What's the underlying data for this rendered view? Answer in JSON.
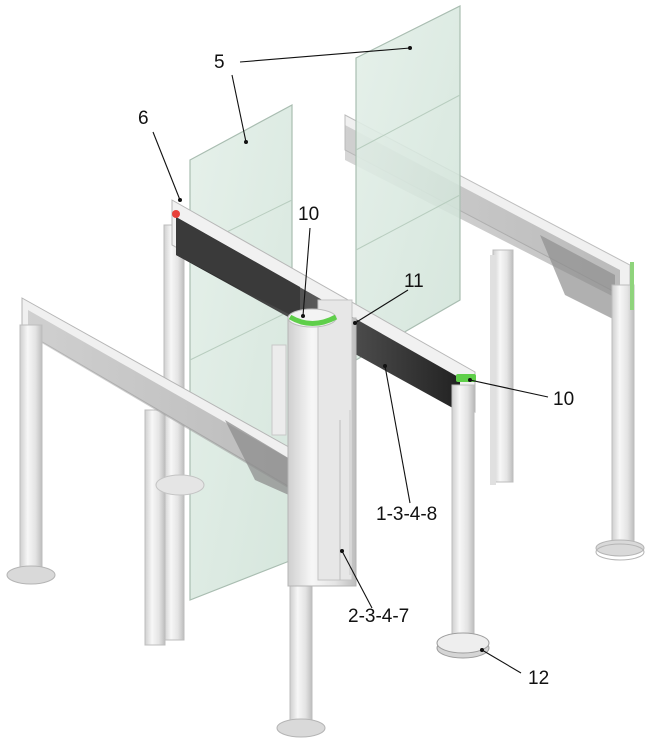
{
  "diagram": {
    "callouts": [
      {
        "id": "c5",
        "text": "5"
      },
      {
        "id": "c6",
        "text": "6"
      },
      {
        "id": "c10a",
        "text": "10"
      },
      {
        "id": "c11",
        "text": "11"
      },
      {
        "id": "c10b",
        "text": "10"
      },
      {
        "id": "c1348",
        "text": "1-3-4-8"
      },
      {
        "id": "c2347",
        "text": "2-3-4-7"
      },
      {
        "id": "c12",
        "text": "12"
      }
    ],
    "colors": {
      "glass": "#dcebe2",
      "glass_edge": "#a9bdb1",
      "metal": "#eeeeee",
      "metal_shade": "#c9c9c9",
      "dark_panel": "#2a2a2a",
      "green_led": "#5fcf4a",
      "red_led": "#e8413a"
    }
  }
}
